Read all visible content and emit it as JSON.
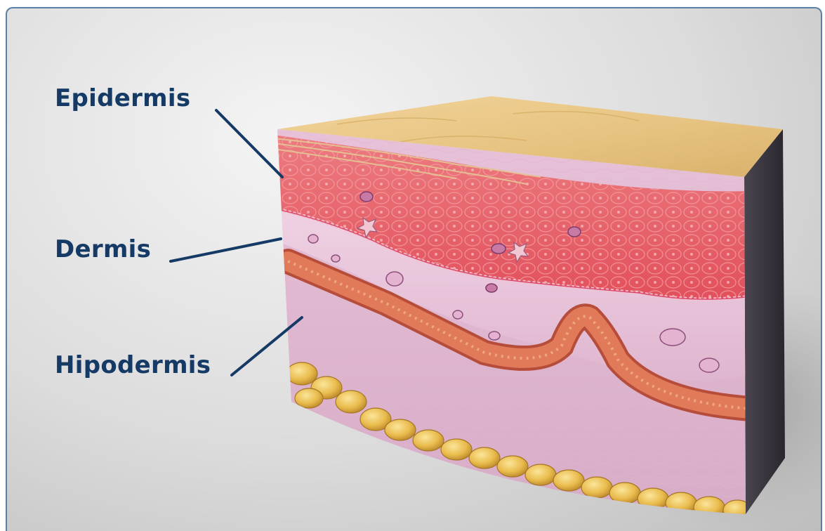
{
  "labels": {
    "epidermis": "Epidermis",
    "dermis": "Dermis",
    "hypodermis": "Hipodermis"
  },
  "colors": {
    "label_text": "#153a66",
    "leader_line": "#153a66",
    "frame_border": "#5b7fa6",
    "surface": "#e8c98a",
    "epidermis": "#e8606a",
    "dermis": "#e9c4dc",
    "blood_vessel": "#d9694a",
    "fat": "#e7b94a",
    "side_face": "#3a3640"
  }
}
